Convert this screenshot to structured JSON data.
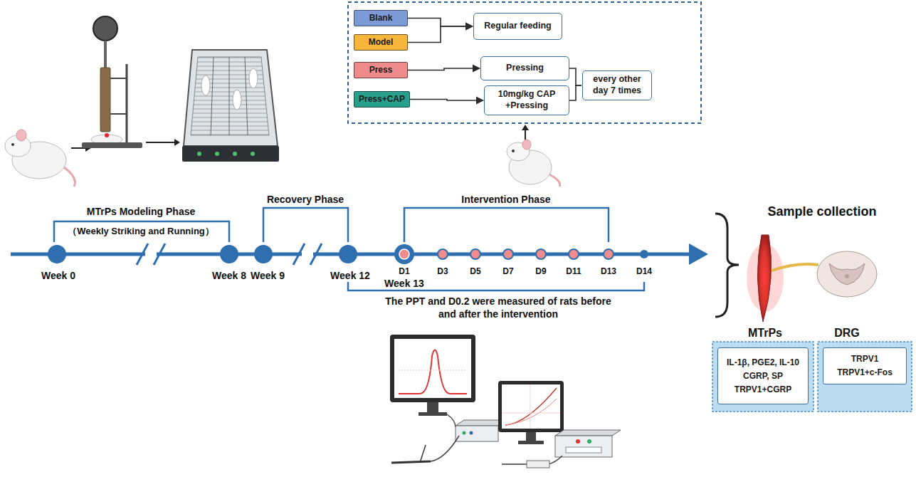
{
  "diagram": {
    "nodes": [
      {
        "text": [
          "Blank"
        ]
      },
      {
        "text": [
          "Model"
        ]
      },
      {
        "text": [
          "Press"
        ]
      },
      {
        "text": [
          "Press+CAP"
        ]
      },
      {
        "text": [
          "Regular feeding"
        ]
      },
      {
        "text": [
          "Pressing"
        ]
      },
      {
        "text": [
          "10mg/kg CAP +Pressing"
        ]
      },
      {
        "text": [
          "every other day 7 times"
        ]
      },
      {
        "text": [
          "IL-1β, PGE2, IL-10",
          "CGRP, SP",
          "TRPV1+CGRP"
        ]
      },
      {
        "text": [
          "TRPV1",
          "TRPV1+c-Fos"
        ]
      }
    ],
    "edges": [
      {
        "from": 0,
        "to": 4,
        "arrow": "to"
      },
      {
        "from": 1,
        "to": 4,
        "arrow": "to"
      },
      {
        "from": 2,
        "to": 5,
        "arrow": "to"
      },
      {
        "from": 3,
        "to": 6,
        "arrow": "to"
      },
      {
        "from": 5,
        "to": 7,
        "arrow": "none"
      },
      {
        "from": 6,
        "to": 7,
        "arrow": "none"
      }
    ],
    "labels": [
      "MTrPs Modeling Phase",
      "（Weekly Striking and Running）",
      "Recovery Phase",
      "Intervention Phase",
      "Week 0",
      "Week 8",
      "Week 9",
      "Week 12",
      "D1",
      "Week 13",
      "D3",
      "D5",
      "D7",
      "D9",
      "D11",
      "D13",
      "D14",
      "The PPT and D0.2 were measured of rats before and after the intervention",
      "Sample collection",
      "MTrPs",
      "DRG"
    ]
  }
}
